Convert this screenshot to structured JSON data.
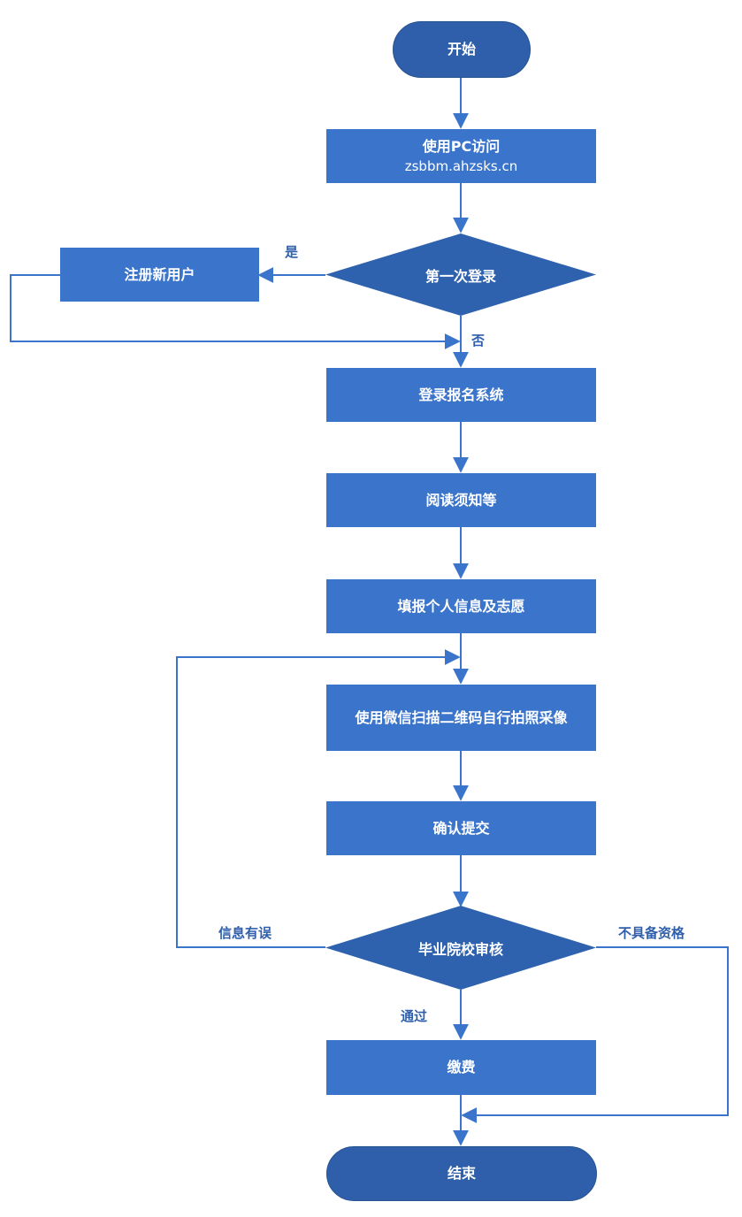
{
  "colors": {
    "process": "#3a74cb",
    "terminal": "#2f5fab",
    "decision": "#2f62ae",
    "connector": "#3a74cb",
    "label": "#2f5fab"
  },
  "nodes": {
    "start": "开始",
    "visit_line1": "使用PC访问",
    "visit_line2": "zsbbm.ahzsks.cn",
    "first_login": "第一次登录",
    "register": "注册新用户",
    "login": "登录报名系统",
    "read": "阅读须知等",
    "fill": "填报个人信息及志愿",
    "photo": "使用微信扫描二维码自行拍照采像",
    "confirm": "确认提交",
    "review": "毕业院校审核",
    "pay": "缴费",
    "end": "结束"
  },
  "edge_labels": {
    "yes": "是",
    "no": "否",
    "error": "信息有误",
    "unqualified": "不具备资格",
    "pass": "通过"
  }
}
